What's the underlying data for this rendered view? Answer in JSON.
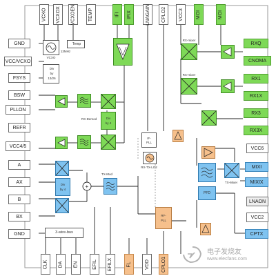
{
  "pins": {
    "left": [
      "GND",
      "VCC/VCXO",
      "FSYS",
      "BSW",
      "PLLON",
      "REFR",
      "VCC4/5",
      "A",
      "AX",
      "B",
      "BX",
      "GND"
    ],
    "top": [
      "VCXO",
      "VCXOX",
      "VCXOEN",
      "TEMP",
      "IFI",
      "IFIX",
      "LNAGAIN",
      "CPLO2",
      "VCC3",
      "MOI",
      "MOI"
    ],
    "right": [
      "RXQ",
      "CNOMA",
      "RX1",
      "RX1X",
      "RX3",
      "RX3X",
      "VCC6",
      "MIXI",
      "MIXIX",
      "LNAON",
      "VCC2",
      "CPTX"
    ],
    "bottom": [
      "CLK",
      "DA",
      "EN",
      "EFIL",
      "EFILX",
      "FL",
      "VDD",
      "CPLO1"
    ]
  },
  "blocks": {
    "vcxo": "VCXO",
    "vcxo_freq": "13MHz",
    "temp": "Temp",
    "div": [
      "Div",
      "by",
      "13/26"
    ],
    "rx_demod": "RX-Demod",
    "divby4": [
      "Div",
      "by 4"
    ],
    "if_pll": [
      "IF-",
      "PLL"
    ],
    "rx_tx_lo2": "RX-TX-LO2",
    "tx_mod": "TX-Mod",
    "rf_pll": [
      "RF-",
      "PLL"
    ],
    "pfd": "PFD",
    "tx_mixer": "TX-Mixer",
    "bus": "3-wire-bus",
    "mixer_labels": [
      "RX-mixer",
      "RX-mixer"
    ]
  },
  "watermark": "电子发烧友",
  "watermark_url": "www.elecfans.com",
  "colors": {
    "green": "#7ed957",
    "blue": "#7fc3f0",
    "orange": "#f6c08c",
    "line": "#222222"
  }
}
